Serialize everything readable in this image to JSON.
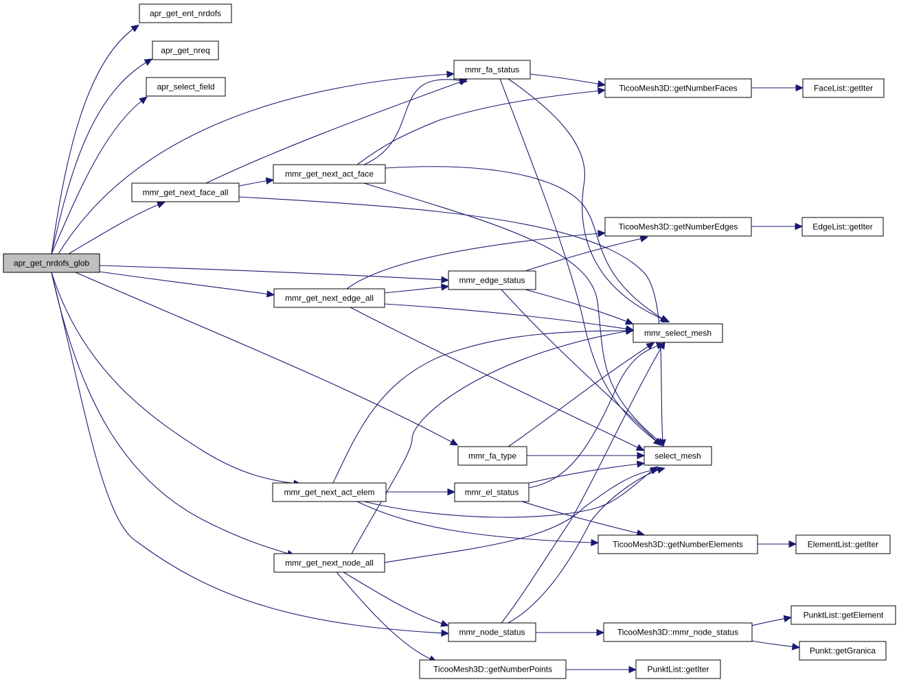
{
  "diagram": {
    "type": "call-graph",
    "edge_color": "#191970",
    "root_fill": "#bfbfbf",
    "nodes": [
      {
        "id": "root",
        "label": "apr_get_nrdofs_glob",
        "root": true
      },
      {
        "id": "ent",
        "label": "apr_get_ent_nrdofs"
      },
      {
        "id": "nreq",
        "label": "apr_get_nreq"
      },
      {
        "id": "sel",
        "label": "apr_select_field"
      },
      {
        "id": "nfa",
        "label": "mmr_get_next_face_all"
      },
      {
        "id": "naf",
        "label": "mmr_get_next_act_face"
      },
      {
        "id": "fas",
        "label": "mmr_fa_status"
      },
      {
        "id": "tnf",
        "label": "TicooMesh3D::getNumberFaces"
      },
      {
        "id": "flg",
        "label": "FaceList::getIter"
      },
      {
        "id": "tne",
        "label": "TicooMesh3D::getNumberEdges"
      },
      {
        "id": "elg",
        "label": "EdgeList::getIter"
      },
      {
        "id": "es",
        "label": "mmr_edge_status"
      },
      {
        "id": "nea",
        "label": "mmr_get_next_edge_all"
      },
      {
        "id": "msm",
        "label": "mmr_select_mesh"
      },
      {
        "id": "fat",
        "label": "mmr_fa_type"
      },
      {
        "id": "sm",
        "label": "select_mesh"
      },
      {
        "id": "nae",
        "label": "mmr_get_next_act_elem"
      },
      {
        "id": "els",
        "label": "mmr_el_status"
      },
      {
        "id": "tnel",
        "label": "TicooMesh3D::getNumberElements"
      },
      {
        "id": "ellg",
        "label": "ElementList::getIter"
      },
      {
        "id": "nna",
        "label": "mmr_get_next_node_all"
      },
      {
        "id": "pge",
        "label": "PunktList::getElement"
      },
      {
        "id": "ns",
        "label": "mmr_node_status"
      },
      {
        "id": "tmns",
        "label": "TicooMesh3D::mmr_node_status"
      },
      {
        "id": "pgg",
        "label": "Punkt::getGranica"
      },
      {
        "id": "tnp",
        "label": "TicooMesh3D::getNumberPoints"
      },
      {
        "id": "plg",
        "label": "PunktList::getIter"
      }
    ],
    "edges": [
      [
        "root",
        "ent"
      ],
      [
        "root",
        "nreq"
      ],
      [
        "root",
        "sel"
      ],
      [
        "root",
        "fas"
      ],
      [
        "root",
        "nfa"
      ],
      [
        "root",
        "es"
      ],
      [
        "root",
        "nea"
      ],
      [
        "root",
        "fat"
      ],
      [
        "root",
        "nae"
      ],
      [
        "root",
        "nna"
      ],
      [
        "root",
        "ns"
      ],
      [
        "nfa",
        "fas"
      ],
      [
        "nfa",
        "naf"
      ],
      [
        "nfa",
        "sm"
      ],
      [
        "naf",
        "fas"
      ],
      [
        "naf",
        "tnf"
      ],
      [
        "naf",
        "msm"
      ],
      [
        "naf",
        "sm"
      ],
      [
        "fas",
        "tnf"
      ],
      [
        "fas",
        "msm"
      ],
      [
        "fas",
        "sm"
      ],
      [
        "tnf",
        "flg"
      ],
      [
        "tne",
        "elg"
      ],
      [
        "es",
        "tne"
      ],
      [
        "es",
        "msm"
      ],
      [
        "es",
        "sm"
      ],
      [
        "nea",
        "es"
      ],
      [
        "nea",
        "tne"
      ],
      [
        "nea",
        "msm"
      ],
      [
        "nea",
        "sm"
      ],
      [
        "fat",
        "msm"
      ],
      [
        "fat",
        "sm"
      ],
      [
        "nae",
        "els"
      ],
      [
        "nae",
        "msm"
      ],
      [
        "nae",
        "sm"
      ],
      [
        "nae",
        "tnel"
      ],
      [
        "els",
        "msm"
      ],
      [
        "els",
        "sm"
      ],
      [
        "els",
        "tnel"
      ],
      [
        "tnel",
        "ellg"
      ],
      [
        "nna",
        "ns"
      ],
      [
        "nna",
        "tnp"
      ],
      [
        "nna",
        "msm"
      ],
      [
        "nna",
        "sm"
      ],
      [
        "ns",
        "msm"
      ],
      [
        "ns",
        "sm"
      ],
      [
        "ns",
        "tmns"
      ],
      [
        "tmns",
        "pge"
      ],
      [
        "tmns",
        "pgg"
      ],
      [
        "tnp",
        "plg"
      ]
    ]
  }
}
